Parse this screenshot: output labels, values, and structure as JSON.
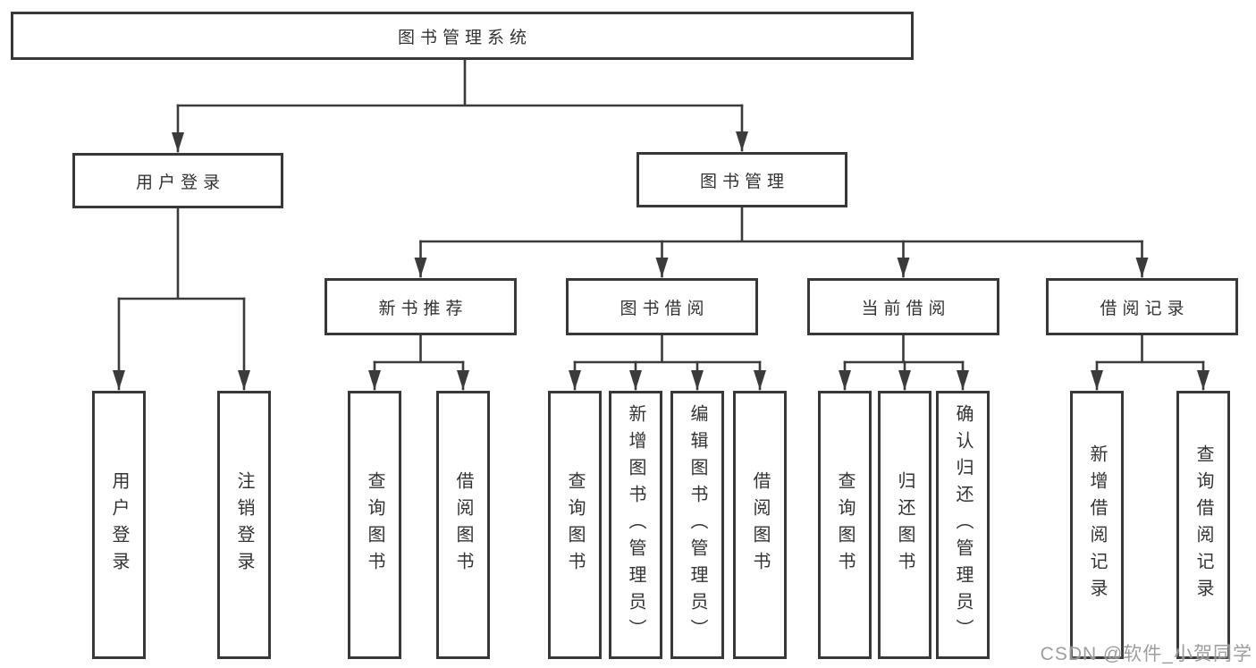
{
  "tree": {
    "root": "图书管理系统",
    "branches": [
      {
        "label": "用户登录",
        "leaves": [
          "用户登录",
          "注销登录"
        ]
      },
      {
        "label": "图书管理",
        "groups": [
          {
            "label": "新书推荐",
            "leaves": [
              "查询图书",
              "借阅图书"
            ]
          },
          {
            "label": "图书借阅",
            "leaves": [
              "查询图书",
              "新增图书（管理员）",
              "编辑图书（管理员）",
              "借阅图书"
            ]
          },
          {
            "label": "当前借阅",
            "leaves": [
              "查询图书",
              "归还图书",
              "确认归还（管理员）"
            ]
          },
          {
            "label": "借阅记录",
            "leaves": [
              "新增借阅记录",
              "查询借阅记录"
            ]
          }
        ]
      }
    ]
  },
  "watermark": {
    "text": "CSDN @软件_小贺同学"
  },
  "colors": {
    "line": "#3b3b3b",
    "border": "#383838",
    "text": "#333333",
    "background": "#ffffff",
    "watermark": "#919191"
  }
}
